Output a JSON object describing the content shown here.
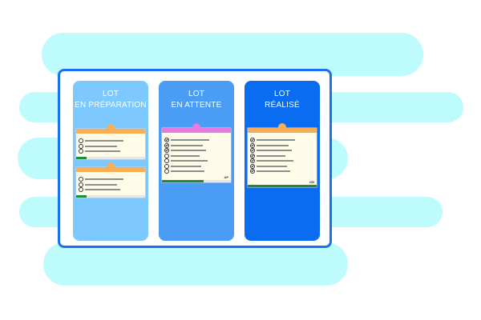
{
  "colors": {
    "background_bar": "#bdfbfd",
    "frame": "#1971ef",
    "progress": "#1e8c3b"
  },
  "columns": [
    {
      "title_line1": "LOT",
      "title_line2": "EN PRÉPARATION",
      "color": "#7cc8ff",
      "cards": [
        {
          "accent": "#f7ae56",
          "checked": [
            false,
            false,
            false
          ],
          "progress": 0.15,
          "initials": ""
        },
        {
          "accent": "#f7ae56",
          "checked": [
            false,
            false,
            false
          ],
          "progress": 0.15,
          "initials": ""
        }
      ]
    },
    {
      "title_line1": "LOT",
      "title_line2": "EN ATTENTE",
      "color": "#4a9cf5",
      "cards": [
        {
          "accent": "#e57be0",
          "checked": [
            true,
            true,
            true,
            false,
            false,
            false,
            false
          ],
          "progress": 0.6,
          "initials": "AP"
        }
      ]
    },
    {
      "title_line1": "LOT",
      "title_line2": "RÉALISÉ",
      "color": "#0a6cf0",
      "cards": [
        {
          "accent": "#f7ae56",
          "checked": [
            true,
            true,
            true,
            true,
            true,
            true,
            true
          ],
          "progress": 1.0,
          "initials": "KB"
        }
      ]
    }
  ]
}
